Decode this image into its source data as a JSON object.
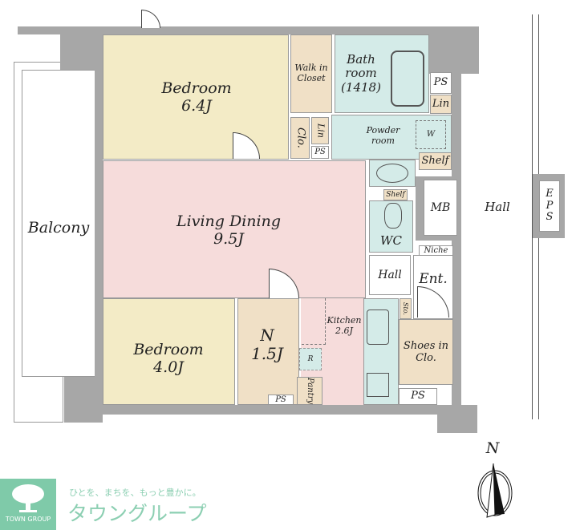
{
  "rooms": {
    "bedroom1": {
      "name": "Bedroom",
      "size": "6.4J"
    },
    "walk_in_closet": {
      "name": "Walk in Closet"
    },
    "bath": {
      "name": "Bath room",
      "size": "(1418)"
    },
    "ps1": "PS",
    "lin1": "Lin",
    "clo": "Clo.",
    "lin2": "Lin",
    "ps2": "PS",
    "powder": {
      "name": "Powder room"
    },
    "w": "W",
    "shelf1": "Shelf",
    "living": {
      "name": "Living Dining",
      "size": "9.5J"
    },
    "shelf2": "Shelf",
    "wc": "WC",
    "mb": "MB",
    "hall1": "Hall",
    "eps": "E P S",
    "niche": "Niche",
    "hall2": "Hall",
    "ent": "Ent.",
    "bedroom2": {
      "name": "Bedroom",
      "size": "4.0J"
    },
    "n_room": {
      "name": "N",
      "size": "1.5J"
    },
    "kitchen": {
      "name": "Kitchen",
      "size": "2.6J"
    },
    "r": "R",
    "pantry": "Pantry",
    "ps3": "PS",
    "sto": "Sto.",
    "shoes": {
      "name": "Shoes in Clo."
    },
    "ps4": "PS",
    "balcony": "Balcony"
  },
  "compass": {
    "north": "N"
  },
  "logo": {
    "tagline": "ひとを、まちを、もっと豊かに。",
    "name_jp": "タウングループ",
    "name_en": "TOWN GROUP",
    "color": "#7fcaa9"
  },
  "colors": {
    "bedroom": "#f3ebc6",
    "living": "#f6dcdb",
    "storage": "#f0e0c6",
    "wet": "#d4ebe8",
    "wall": "#a7a7a7"
  }
}
